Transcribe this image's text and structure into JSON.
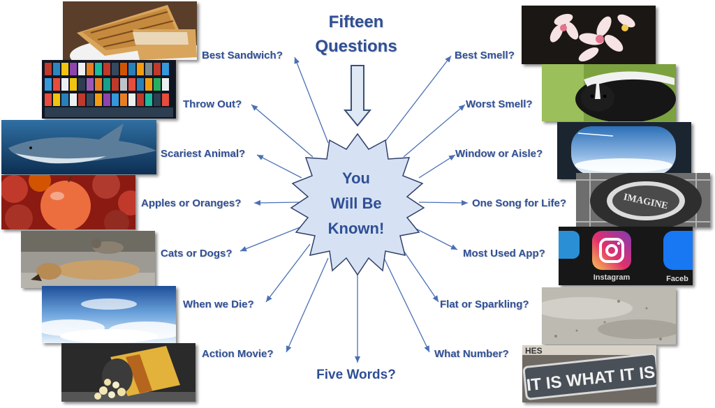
{
  "title": {
    "line1": "Fifteen",
    "line2": "Questions"
  },
  "center": {
    "line1": "You",
    "line2": "Will Be",
    "line3": "Known!"
  },
  "questions": {
    "best_sandwich": "Best Sandwich?",
    "throw_out": "Throw Out?",
    "scariest_animal": "Scariest Animal?",
    "apples_or_oranges": "Apples or Oranges?",
    "cats_or_dogs": "Cats or Dogs?",
    "when_we_die": "When we Die?",
    "action_movie": "Action Movie?",
    "five_words": "Five Words?",
    "best_smell": "Best Smell?",
    "worst_smell": "Worst Smell?",
    "window_or_aisle": "Window or Aisle?",
    "one_song": "One Song for Life?",
    "most_used_app": "Most Used App?",
    "flat_or_sparkling": "Flat or Sparkling?",
    "what_number": "What Number?"
  },
  "photos": {
    "imagine": "IMAGINE",
    "instagram": "Instagram",
    "facebook": "Faceb",
    "sign_line1": "IT IS WHAT IT IS",
    "sign_top": "HES"
  },
  "colors": {
    "text": "#2f4f95",
    "arrow": "#4a6fb5",
    "star_fill": "#d6e2f3",
    "star_stroke": "#2f3f6a"
  }
}
